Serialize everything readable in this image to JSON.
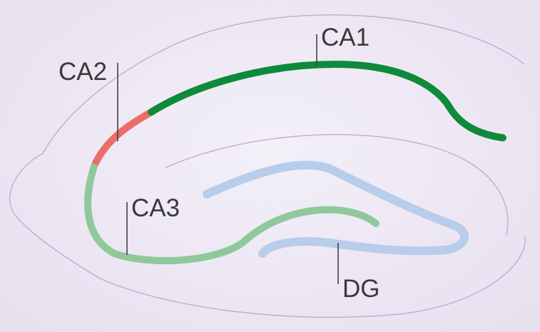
{
  "labels": {
    "ca1": "CA1",
    "ca2": "CA2",
    "ca3": "CA3",
    "dg": "DG"
  },
  "colors": {
    "outline": "#c6a8d6",
    "ca1": "#0f8a3a",
    "ca2": "#ec6b6b",
    "ca3": "#8fc89b",
    "dg": "#b7cde9",
    "label_text": "#3a3a3a",
    "leader": "#444444"
  }
}
